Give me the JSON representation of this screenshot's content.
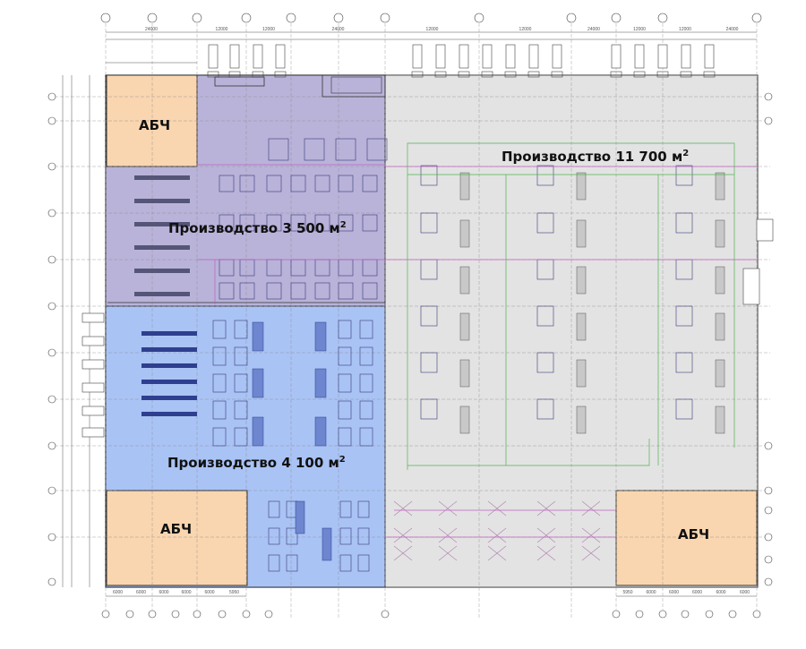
{
  "zones": {
    "abch_top_left": {
      "label": "АБЧ",
      "color": "#f9d6b0"
    },
    "abch_bottom_left": {
      "label": "АБЧ",
      "color": "#f9d6b0"
    },
    "abch_bottom_right": {
      "label": "АБЧ",
      "color": "#f9d6b0"
    },
    "prod_purple": {
      "label": "Производство  3 500 м",
      "sup": "2",
      "color": "#b9b3d9"
    },
    "prod_blue": {
      "label": "Производство  4 100 м",
      "sup": "2",
      "color": "#a9c3f5"
    },
    "prod_grey": {
      "label": "Производство  11 700 м",
      "sup": "2",
      "color": "#e3e3e3"
    }
  },
  "top_dimensions": [
    "24000",
    "12000",
    "12000",
    "24000",
    "12000",
    "12000",
    "24000",
    "12000",
    "12000",
    "24000"
  ],
  "bottom_dimensions_left": [
    "6000",
    "6000",
    "6000",
    "6000",
    "6000",
    "5950"
  ],
  "bottom_dimensions_right": [
    "5950",
    "6000",
    "6000",
    "6000",
    "6000",
    "6000"
  ]
}
